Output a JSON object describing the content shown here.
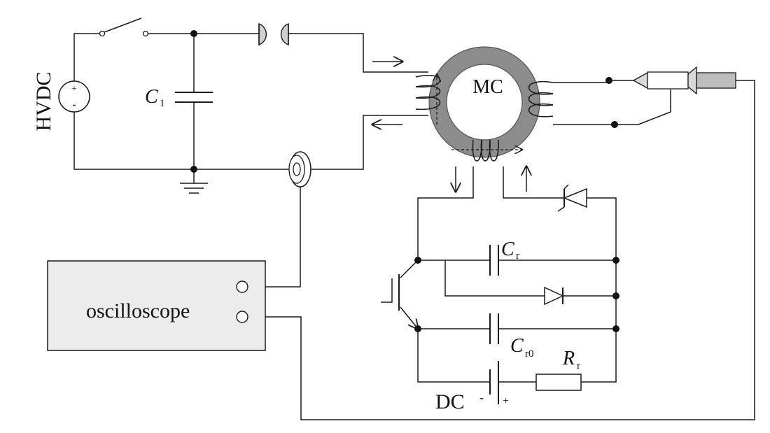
{
  "labels": {
    "hvdc": "HVDC",
    "c1_letter": "C",
    "c1_sub": "1",
    "mc": "MC",
    "oscilloscope": "oscilloscope",
    "cr_letter": "C",
    "cr_sub": "r",
    "cr0_letter": "C",
    "cr0_sub": "r0",
    "rr_letter": "R",
    "rr_sub": "r",
    "dc": "DC",
    "dc_minus": "-",
    "dc_plus": "+",
    "src_plus": "+",
    "src_minus": "-"
  },
  "colors": {
    "wire": "#1a1a1a",
    "core": "#8c8c8c",
    "core_edge": "#555555",
    "scope_fill": "#ececec",
    "electrode": "#cfcfcf",
    "probe": "#d8d8d8"
  }
}
